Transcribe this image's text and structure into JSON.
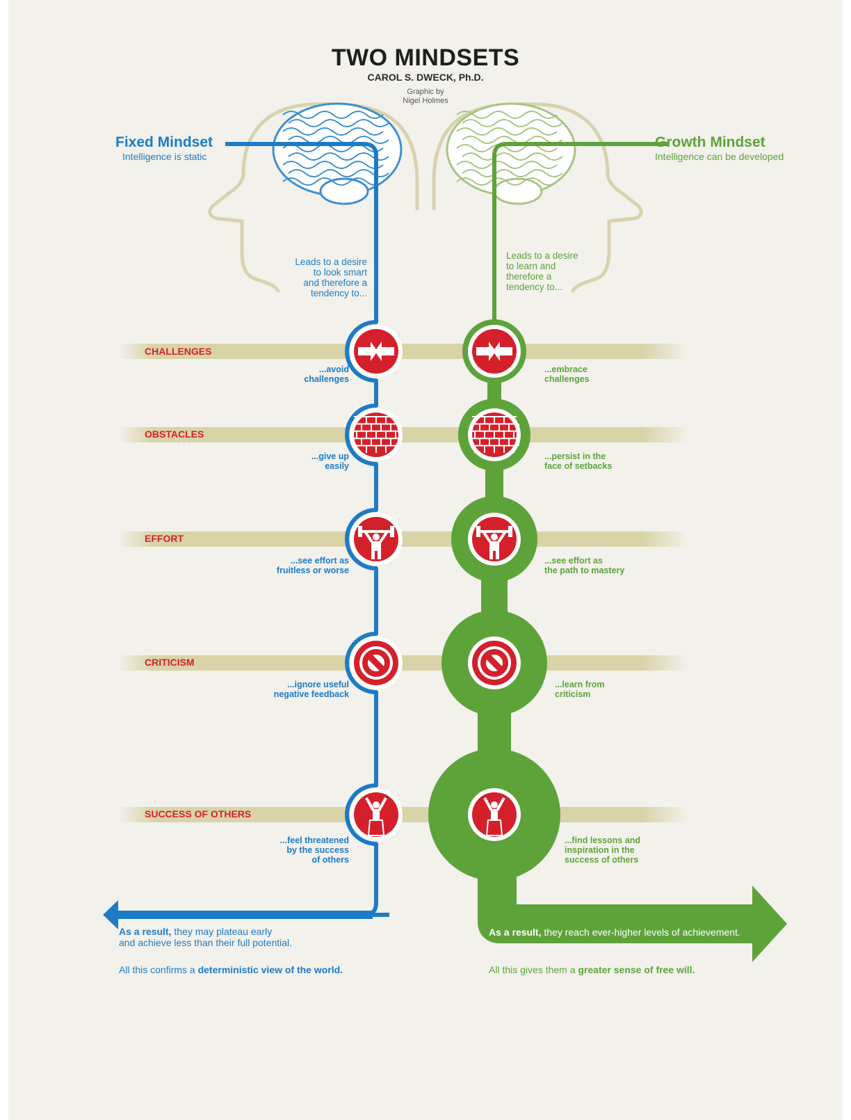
{
  "header": {
    "title": "TWO MINDSETS",
    "author": "CAROL S. DWECK, Ph.D.",
    "credit": "Graphic by\nNigel Holmes"
  },
  "fixed": {
    "name": "Fixed Mindset",
    "subtitle": "Intelligence is static",
    "lead": "Leads to a desire\nto look smart\nand therefore a\ntendency to...",
    "result_bold": "As a result,",
    "result_rest": " they may plateau early\nand achieve less than their full potential.",
    "confirm_pre": "All this confirms a ",
    "confirm_bold": "deterministic view of the world."
  },
  "growth": {
    "name": "Growth Mindset",
    "subtitle": "Intelligence can be developed",
    "lead": "Leads to a desire\nto learn and\ntherefore a\ntendency to...",
    "result_bold": "As a result,",
    "result_rest": " they reach ever-higher levels of achievement.",
    "confirm_pre": "All this gives them a ",
    "confirm_bold": "greater sense of free will."
  },
  "categories": [
    {
      "label": "CHALLENGES",
      "icon": "arrows-collide-icon",
      "fixed": "...avoid\nchallenges",
      "growth": "...embrace\nchallenges"
    },
    {
      "label": "OBSTACLES",
      "icon": "brick-wall-icon",
      "fixed": "...give up\neasily",
      "growth": "...persist in the\nface of setbacks"
    },
    {
      "label": "EFFORT",
      "icon": "weightlifter-icon",
      "fixed": "...see effort as\nfruitless or worse",
      "growth": "...see effort as\nthe path to mastery"
    },
    {
      "label": "CRITICISM",
      "icon": "no-entry-icon",
      "fixed": "...ignore useful\nnegative feedback",
      "growth": "...learn from\ncriticism"
    },
    {
      "label": "SUCCESS OF OTHERS",
      "icon": "winner-podium-icon",
      "fixed": "...feel threatened\nby the success\nof others",
      "growth": "...find lessons and\ninspiration in the\nsuccess of others"
    }
  ],
  "colors": {
    "blue": "#1d7bc5",
    "green": "#5ea33a",
    "red": "#d4202b",
    "band": "#d9d3a8",
    "head_outline": "#d8d3ad",
    "paper": "#f2f1ec"
  }
}
